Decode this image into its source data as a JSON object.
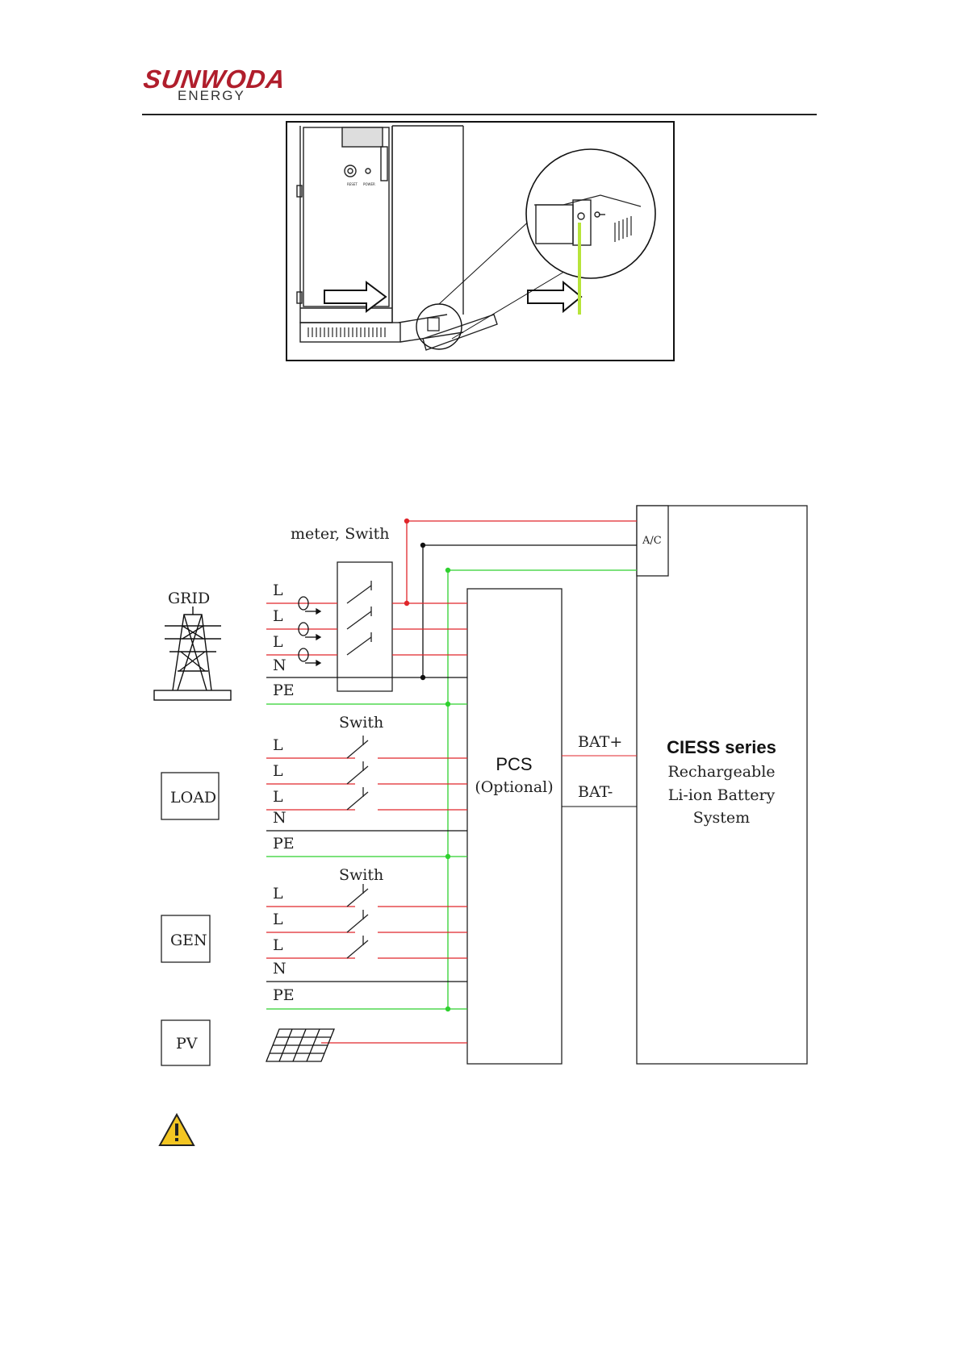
{
  "header": {
    "brand": "SUNWODA",
    "brand_sub": "ENERGY",
    "brand_color": "#b01e2c"
  },
  "photo": {
    "panel_labels": [
      "RESET",
      "POWER"
    ],
    "ground_wire_color": "#b7e43a"
  },
  "diagram": {
    "colors": {
      "line": "#e0262b",
      "neutral": "#111111",
      "pe": "#2fd12f"
    },
    "meter_label": "meter, Swith",
    "ac_label": "A/C",
    "grid_label": "GRID",
    "load_label": "LOAD",
    "gen_label": "GEN",
    "pv_label": "PV",
    "grid_lines": [
      "L",
      "L",
      "L",
      "N",
      "PE"
    ],
    "load_lines": [
      "L",
      "L",
      "L",
      "N",
      "PE"
    ],
    "gen_lines": [
      "L",
      "L",
      "L",
      "N",
      "PE"
    ],
    "load_switch_label": "Swith",
    "gen_switch_label": "Swith",
    "pcs_title": "PCS",
    "pcs_sub": "(Optional)",
    "bat_plus": "BAT+",
    "bat_minus": "BAT-",
    "ciess_title": "CIESS series",
    "ciess_line1": "Rechargeable",
    "ciess_line2": "Li-ion Battery",
    "ciess_line3": "System"
  },
  "warning_icon": "warning-triangle-icon"
}
